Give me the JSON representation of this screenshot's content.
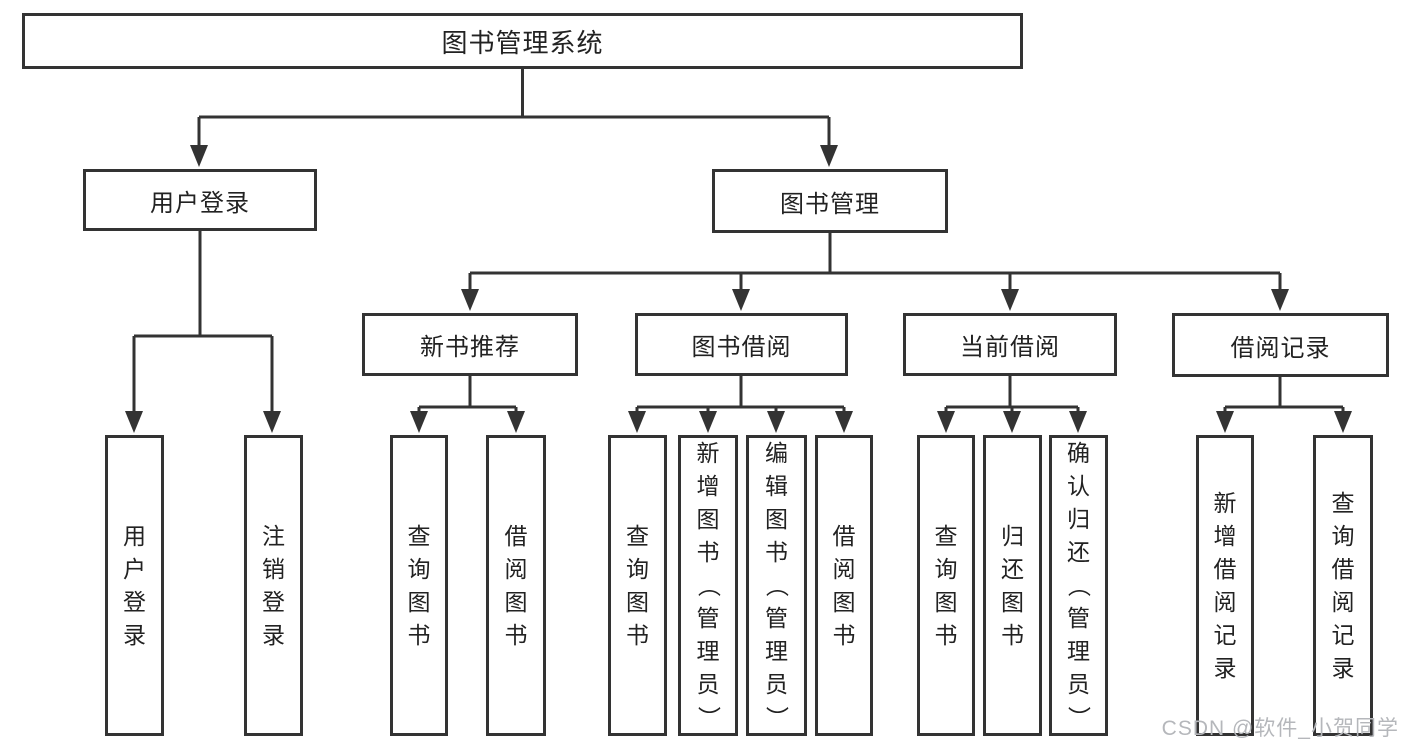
{
  "nodes": {
    "root": "图书管理系统",
    "login": "用户登录",
    "manage": "图书管理",
    "rec": "新书推荐",
    "borrow": "图书借阅",
    "current": "当前借阅",
    "records": "借阅记录",
    "login_user": "用户登录",
    "login_logout": "注销登录",
    "rec_query": "查询图书",
    "rec_borrow": "借阅图书",
    "borrow_query": "查询图书",
    "borrow_add": "新增图书（管理员）",
    "borrow_edit": "编辑图书（管理员）",
    "borrow_lend": "借阅图书",
    "current_query": "查询图书",
    "current_return": "归还图书",
    "current_confirm": "确认归还（管理员）",
    "records_add": "新增借阅记录",
    "records_query": "查询借阅记录"
  },
  "tree": {
    "label": "图书管理系统",
    "children": [
      {
        "label": "用户登录",
        "children": [
          {
            "label": "用户登录"
          },
          {
            "label": "注销登录"
          }
        ]
      },
      {
        "label": "图书管理",
        "children": [
          {
            "label": "新书推荐",
            "children": [
              {
                "label": "查询图书"
              },
              {
                "label": "借阅图书"
              }
            ]
          },
          {
            "label": "图书借阅",
            "children": [
              {
                "label": "查询图书"
              },
              {
                "label": "新增图书（管理员）"
              },
              {
                "label": "编辑图书（管理员）"
              },
              {
                "label": "借阅图书"
              }
            ]
          },
          {
            "label": "当前借阅",
            "children": [
              {
                "label": "查询图书"
              },
              {
                "label": "归还图书"
              },
              {
                "label": "确认归还（管理员）"
              }
            ]
          },
          {
            "label": "借阅记录",
            "children": [
              {
                "label": "新增借阅记录"
              },
              {
                "label": "查询借阅记录"
              }
            ]
          }
        ]
      }
    ]
  },
  "watermark": "CSDN @软件_小贺同学",
  "colors": {
    "line": "#333333",
    "text": "#222222",
    "background": "#ffffff",
    "watermark": "#b5b7bb"
  }
}
